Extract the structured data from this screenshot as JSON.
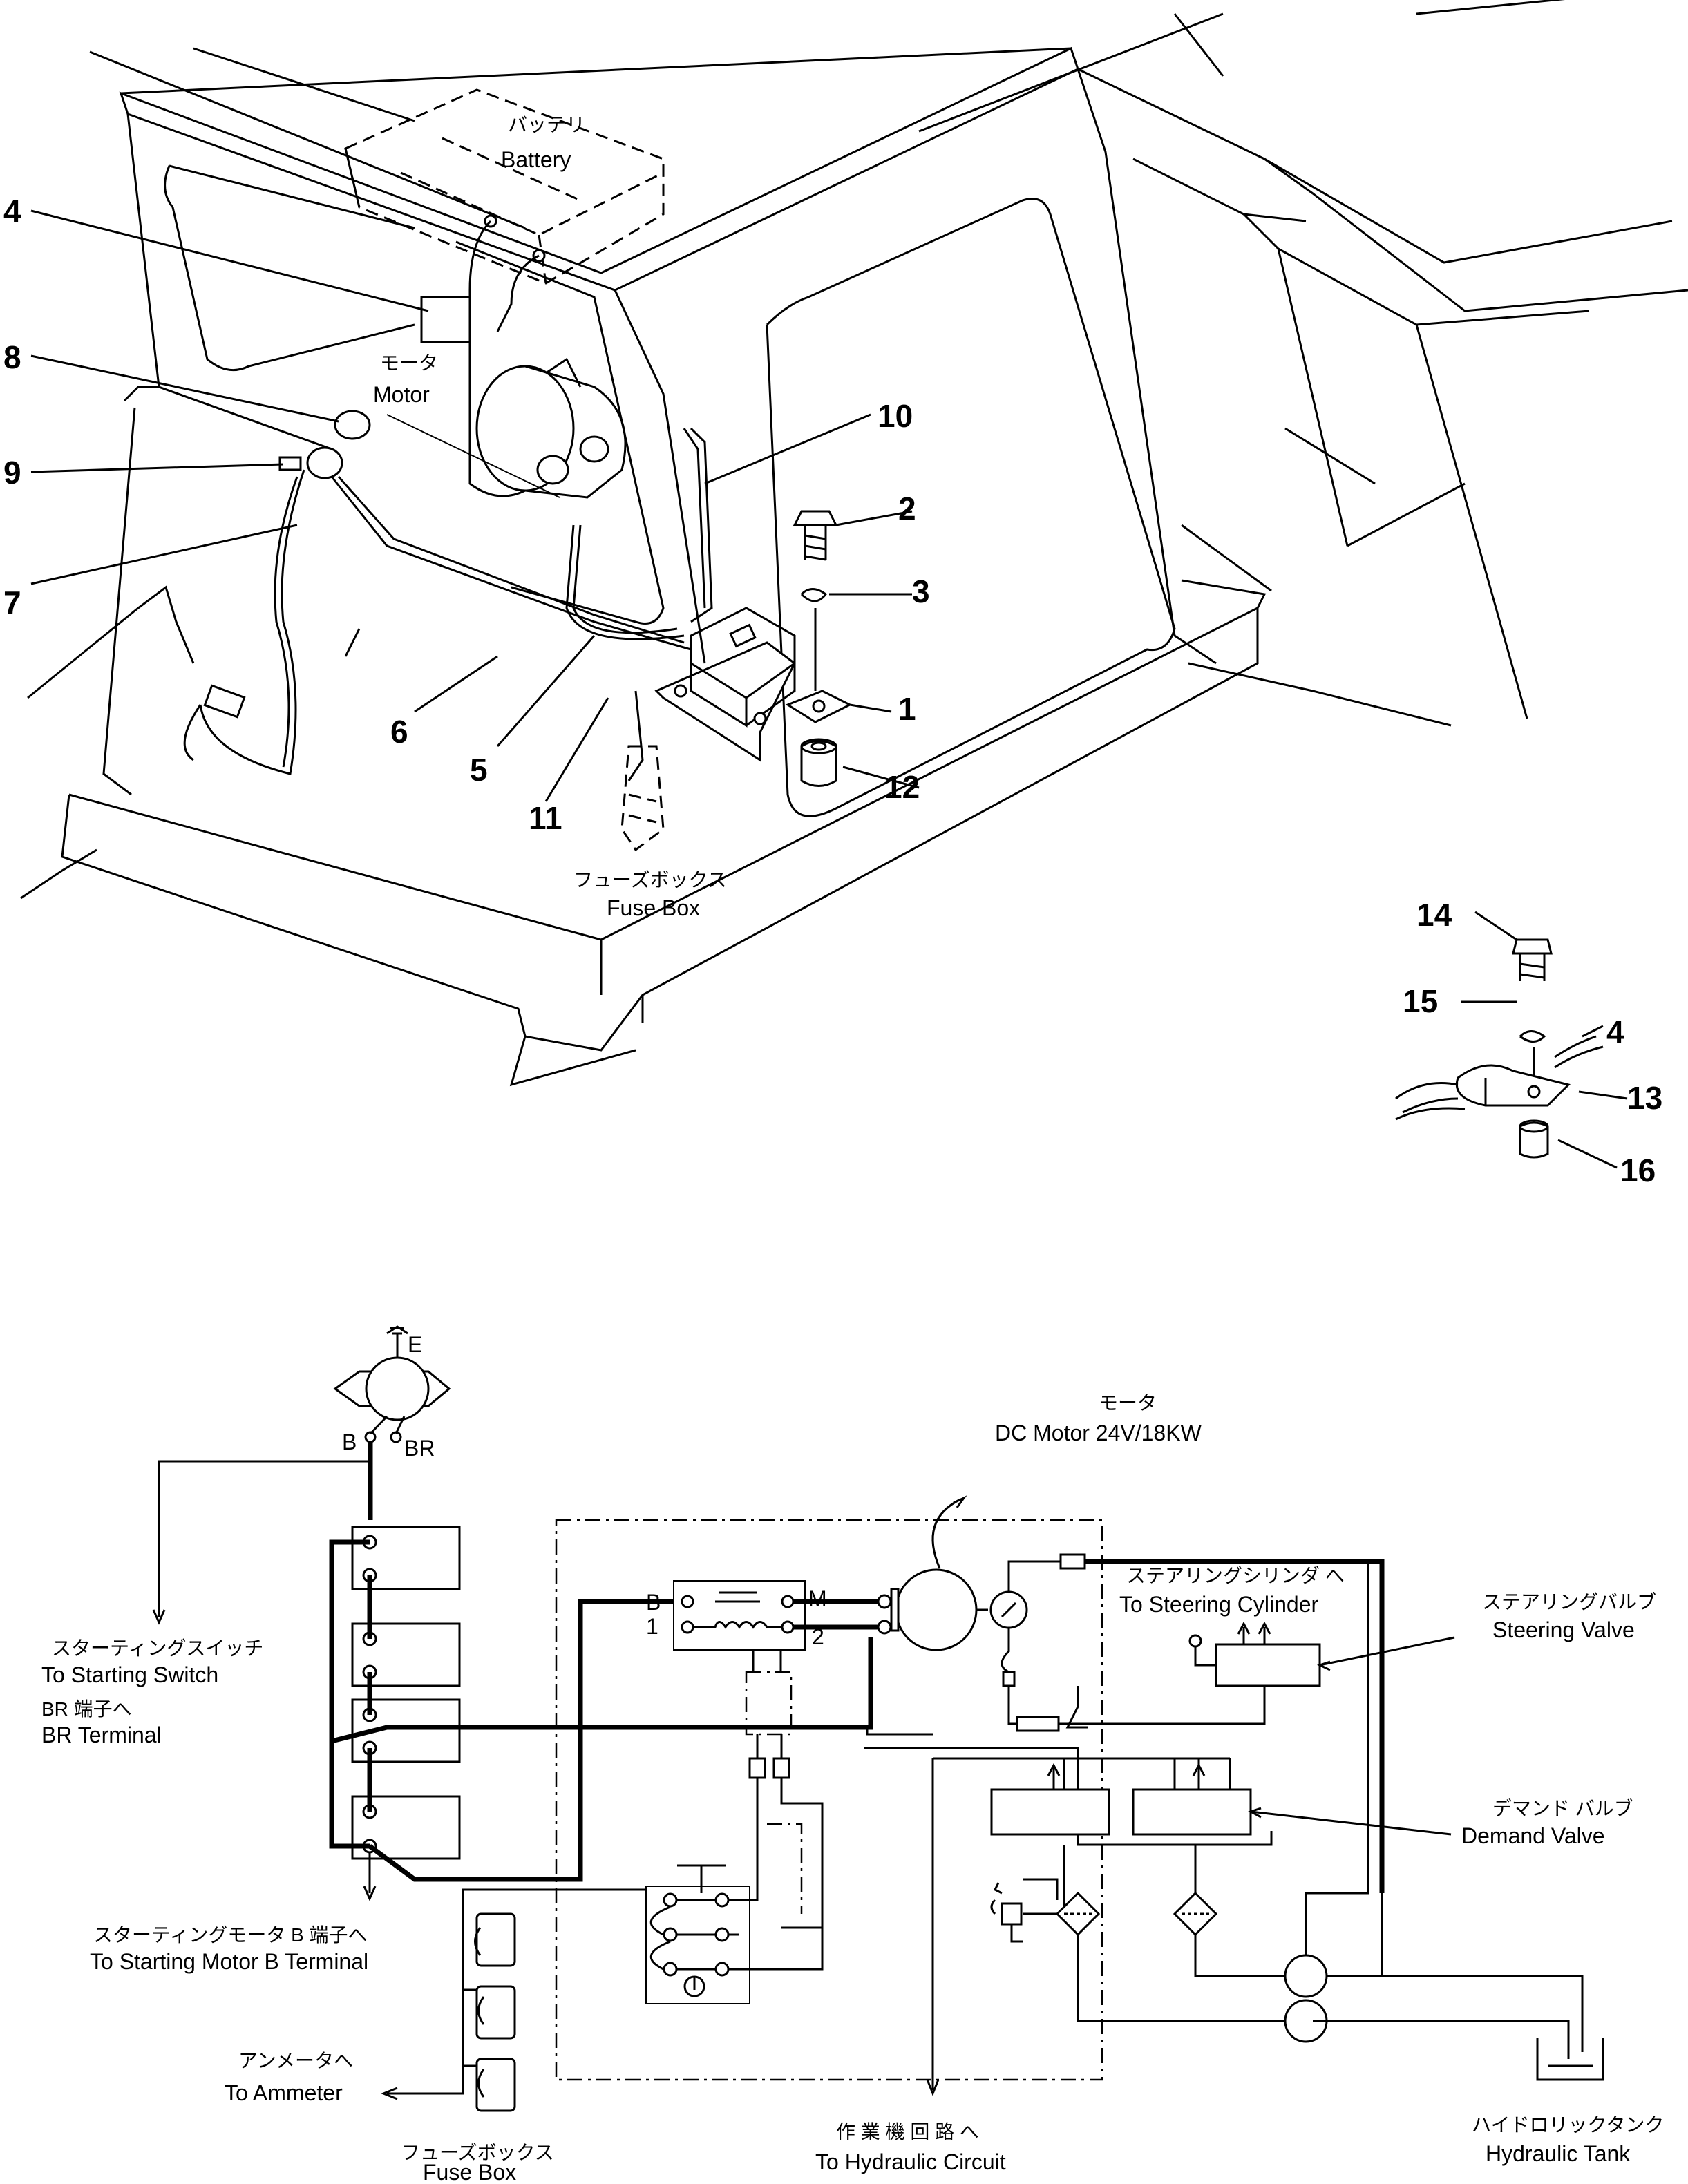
{
  "part_numbers": {
    "p1": "1",
    "p2": "2",
    "p3": "3",
    "p4": "4",
    "p5": "5",
    "p6": "6",
    "p7": "7",
    "p8": "8",
    "p9": "9",
    "p10": "10",
    "p11": "11",
    "p12": "12",
    "p13": "13",
    "p14": "14",
    "p15": "15",
    "p16": "16",
    "p4b": "4"
  },
  "upper_labels": {
    "battery_jp": "バッテリ",
    "battery_en": "Battery",
    "motor_jp": "モータ",
    "motor_en": "Motor",
    "fusebox_jp": "フューズボックス",
    "fusebox_en": "Fuse Box"
  },
  "schematic_labels": {
    "ground_e": "E",
    "term_b": "B",
    "term_br": "BR",
    "relay_b": "B",
    "relay_m": "M",
    "relay_1": "1",
    "relay_2": "2",
    "motor_jp": "モータ",
    "motor_en": "DC Motor 24V/18KW",
    "steer_cyl_jp": "ステアリングシリンダ へ",
    "steer_cyl_en": "To Steering Cylinder",
    "steer_valve_jp": "ステアリングバルブ",
    "steer_valve_en": "Steering Valve",
    "demand_jp": "デマンド バルブ",
    "demand_en": "Demand Valve",
    "start_sw_jp": "スターティングスイッチ",
    "start_sw_en": "To Starting Switch",
    "br_term_jp": "BR 端子へ",
    "br_term_en": "BR Terminal",
    "start_motor_jp": "スターティングモータ B 端子へ",
    "start_motor_en": "To Starting Motor B Terminal",
    "ammeter_jp": "アンメータへ",
    "ammeter_en": "To Ammeter",
    "fusebox_jp": "フューズボックス",
    "fusebox_en": "Fuse Box",
    "hyd_circuit_jp": "作 業 機 回 路 へ",
    "hyd_circuit_en": "To Hydraulic Circuit",
    "hyd_tank_jp": "ハイドロリックタンク",
    "hyd_tank_en": "Hydraulic Tank"
  }
}
